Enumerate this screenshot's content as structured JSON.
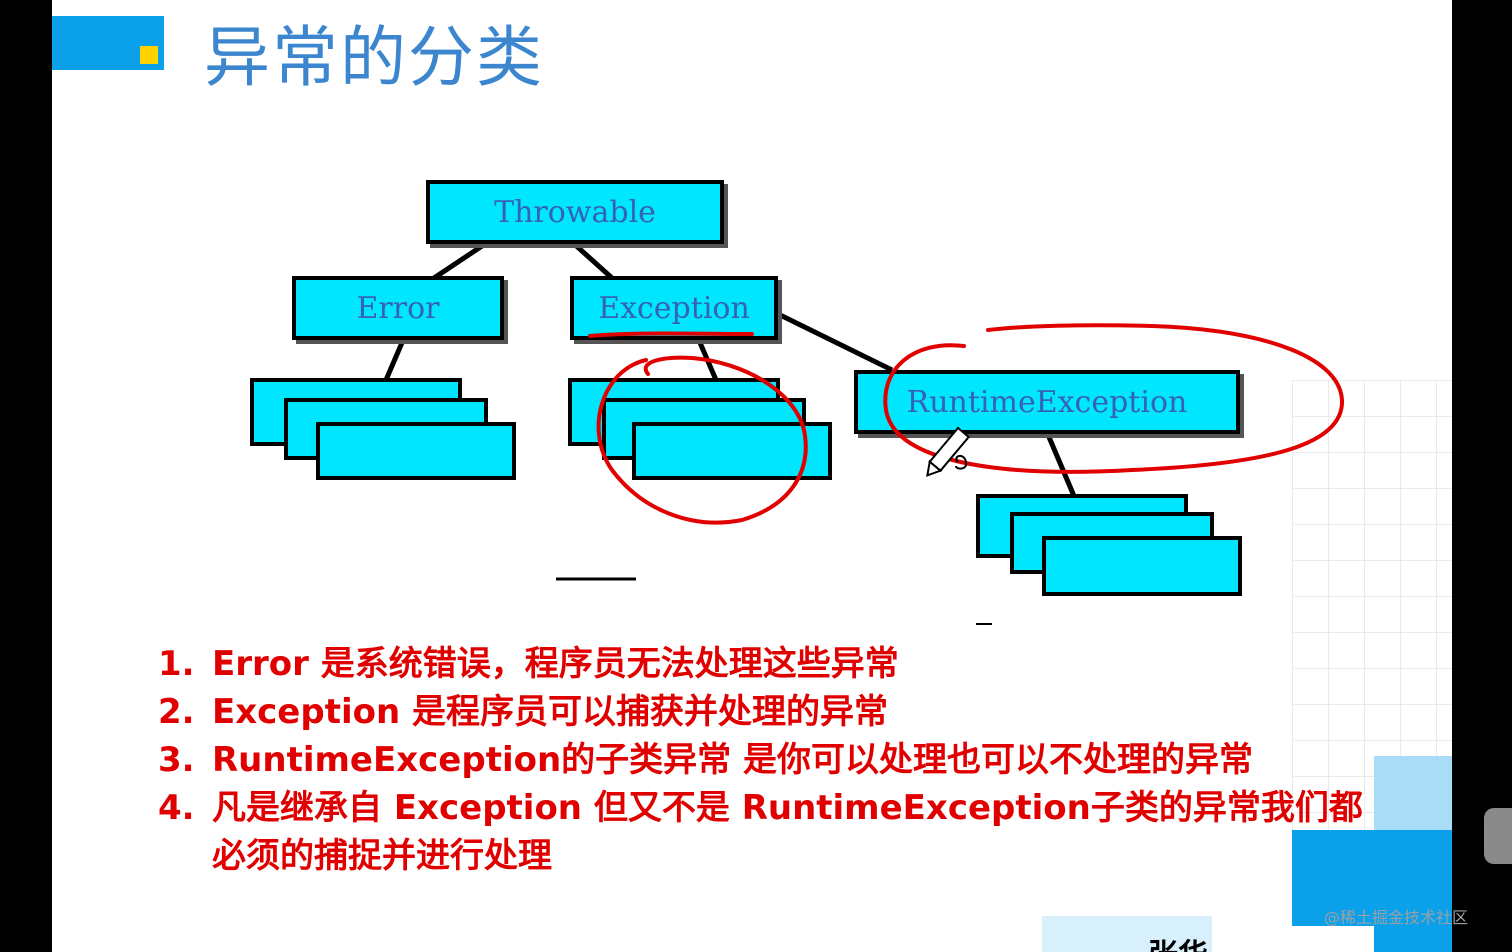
{
  "title": "异常的分类",
  "diagram": {
    "nodes": {
      "root": "Throwable",
      "error": "Error",
      "exception": "Exception",
      "runtime": "RuntimeException"
    }
  },
  "notes": [
    {
      "num": "1.",
      "text": "Error 是系统错误，程序员无法处理这些异常"
    },
    {
      "num": "2.",
      "text": "Exception 是程序员可以捕获并处理的异常"
    },
    {
      "num": "3.",
      "text": "RuntimeException的子类异常 是你可以处理也可以不处理的异常"
    },
    {
      "num": "4.",
      "text": "凡是继承自 Exception 但又不是 RuntimeException子类的异常我们都必须的捕捉并进行处理"
    }
  ],
  "watermark": "@稀土掘金技术社区",
  "bottom_text": "张华",
  "colors": {
    "node_fill": "#00e6ff",
    "note_text": "#e00000",
    "annotation": "#e00000",
    "accent_blue": "#0aa0ea",
    "accent_yellow": "#ffd200"
  }
}
